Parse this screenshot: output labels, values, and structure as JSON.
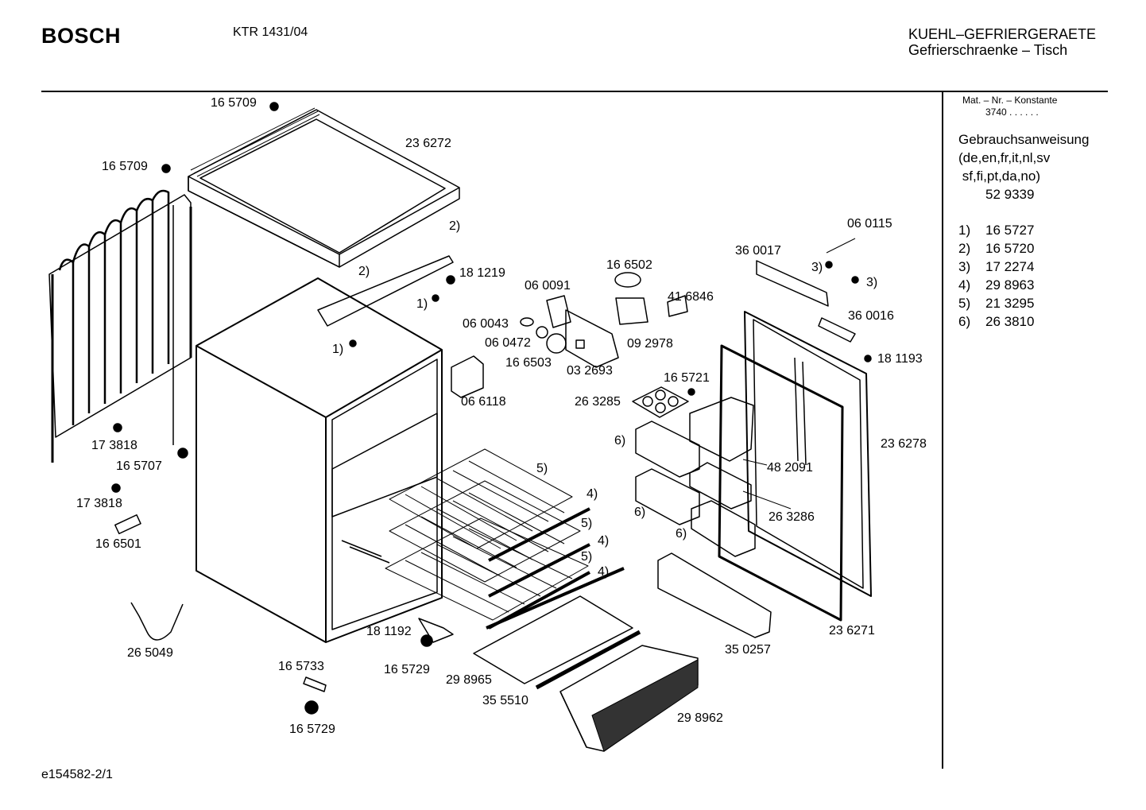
{
  "header": {
    "brand": "BOSCH",
    "model": "KTR 1431/04",
    "category_line1": "KUEHL–GEFRIERGERAETE",
    "category_line2": "Gefrierschraenke – Tisch"
  },
  "sidebar": {
    "mat_title": "Mat. – Nr. – Konstante",
    "mat_value": "3740 . . . . . .",
    "manual_lines": [
      "Gebrauchsanweisung",
      "(de,en,fr,it,nl,sv",
      " sf,fi,pt,da,no)",
      "52 9339"
    ],
    "footnotes": [
      {
        "key": "1)",
        "value": "16 5727"
      },
      {
        "key": "2)",
        "value": "16 5720"
      },
      {
        "key": "3)",
        "value": "17 2274"
      },
      {
        "key": "4)",
        "value": "29 8963"
      },
      {
        "key": "5)",
        "value": "21 3295"
      },
      {
        "key": "6)",
        "value": "26 3810"
      }
    ]
  },
  "part_labels": [
    "16 5709",
    "16 5709",
    "23 6272",
    "2)",
    "2)",
    "18 1219",
    "1)",
    "1)",
    "17 3818",
    "16 5707",
    "17 3818",
    "16 6501",
    "26 5049",
    "06 0091",
    "16 6502",
    "41 6846",
    "06 0043",
    "06 0472",
    "16 6503",
    "03 2693",
    "09 2978",
    "06 6118",
    "06 0115",
    "36 0017",
    "3)",
    "3)",
    "36 0016",
    "18 1193",
    "16 5721",
    "26 3285",
    "6)",
    "48 2091",
    "23 6278",
    "5)",
    "4)",
    "5)",
    "4)",
    "5)",
    "4)",
    "6)",
    "26 3286",
    "6)",
    "18 1192",
    "16 5729",
    "16 5733",
    "29 8965",
    "35 5510",
    "35 0257",
    "23 6271",
    "29 8962",
    "16 5729"
  ],
  "footer": {
    "code": "e154582-2/1"
  }
}
